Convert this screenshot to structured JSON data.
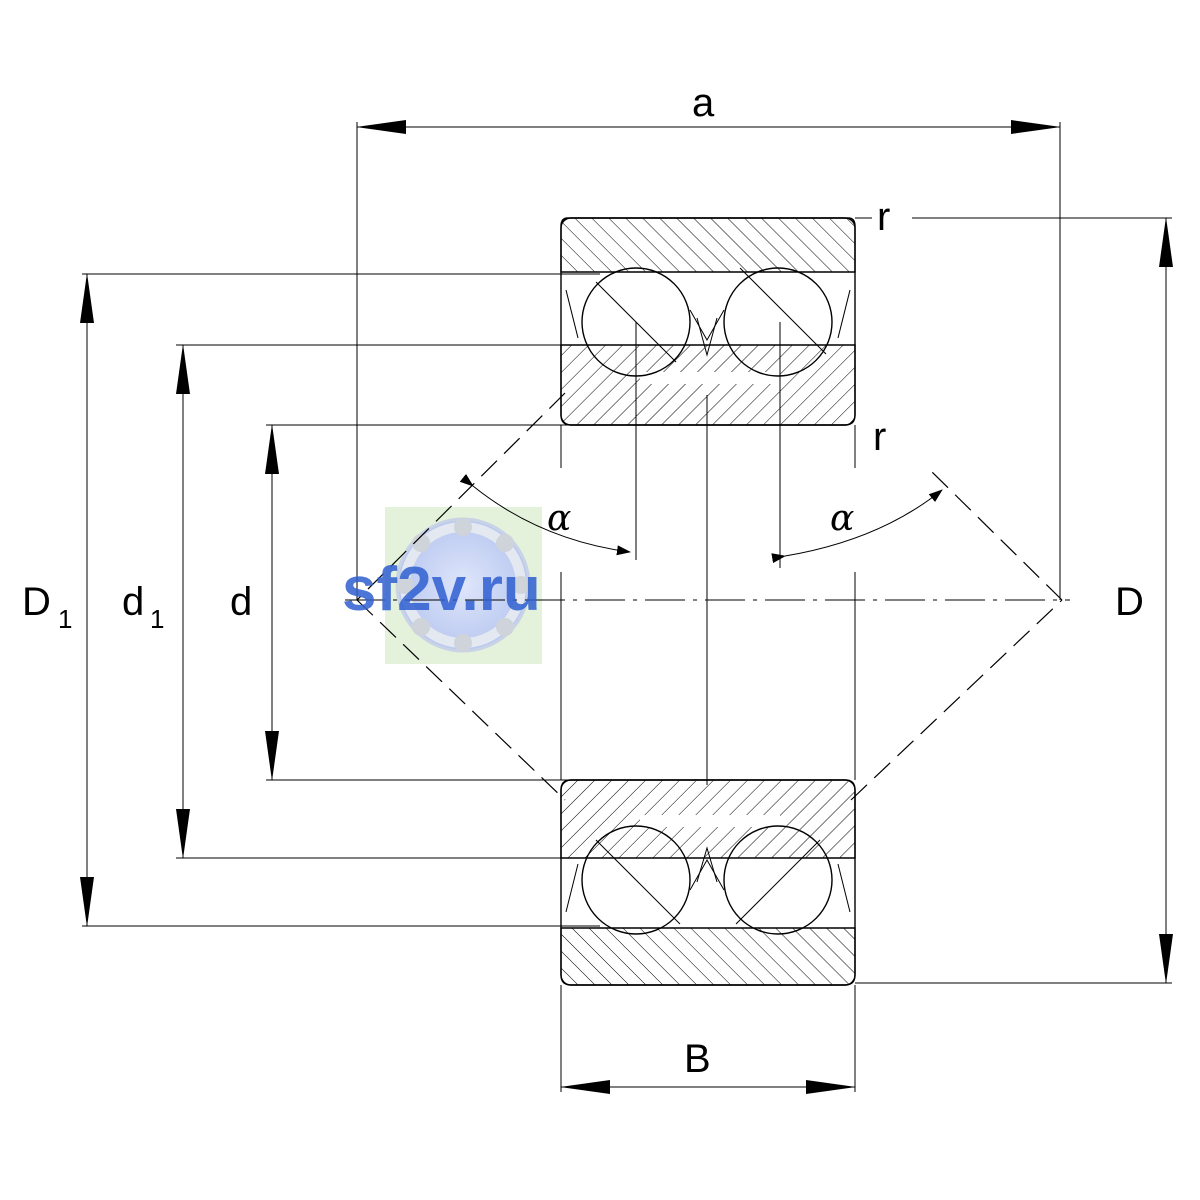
{
  "labels": {
    "a": "a",
    "r_top": "r",
    "r_mid": "r",
    "alpha_left": "α",
    "alpha_right": "α",
    "D1": "D",
    "D1_sub": "1",
    "d1": "d",
    "d1_sub": "1",
    "d": "d",
    "D": "D",
    "B": "B"
  },
  "watermark": {
    "text": "sf2v.ru",
    "color": "#2f5fd1"
  }
}
